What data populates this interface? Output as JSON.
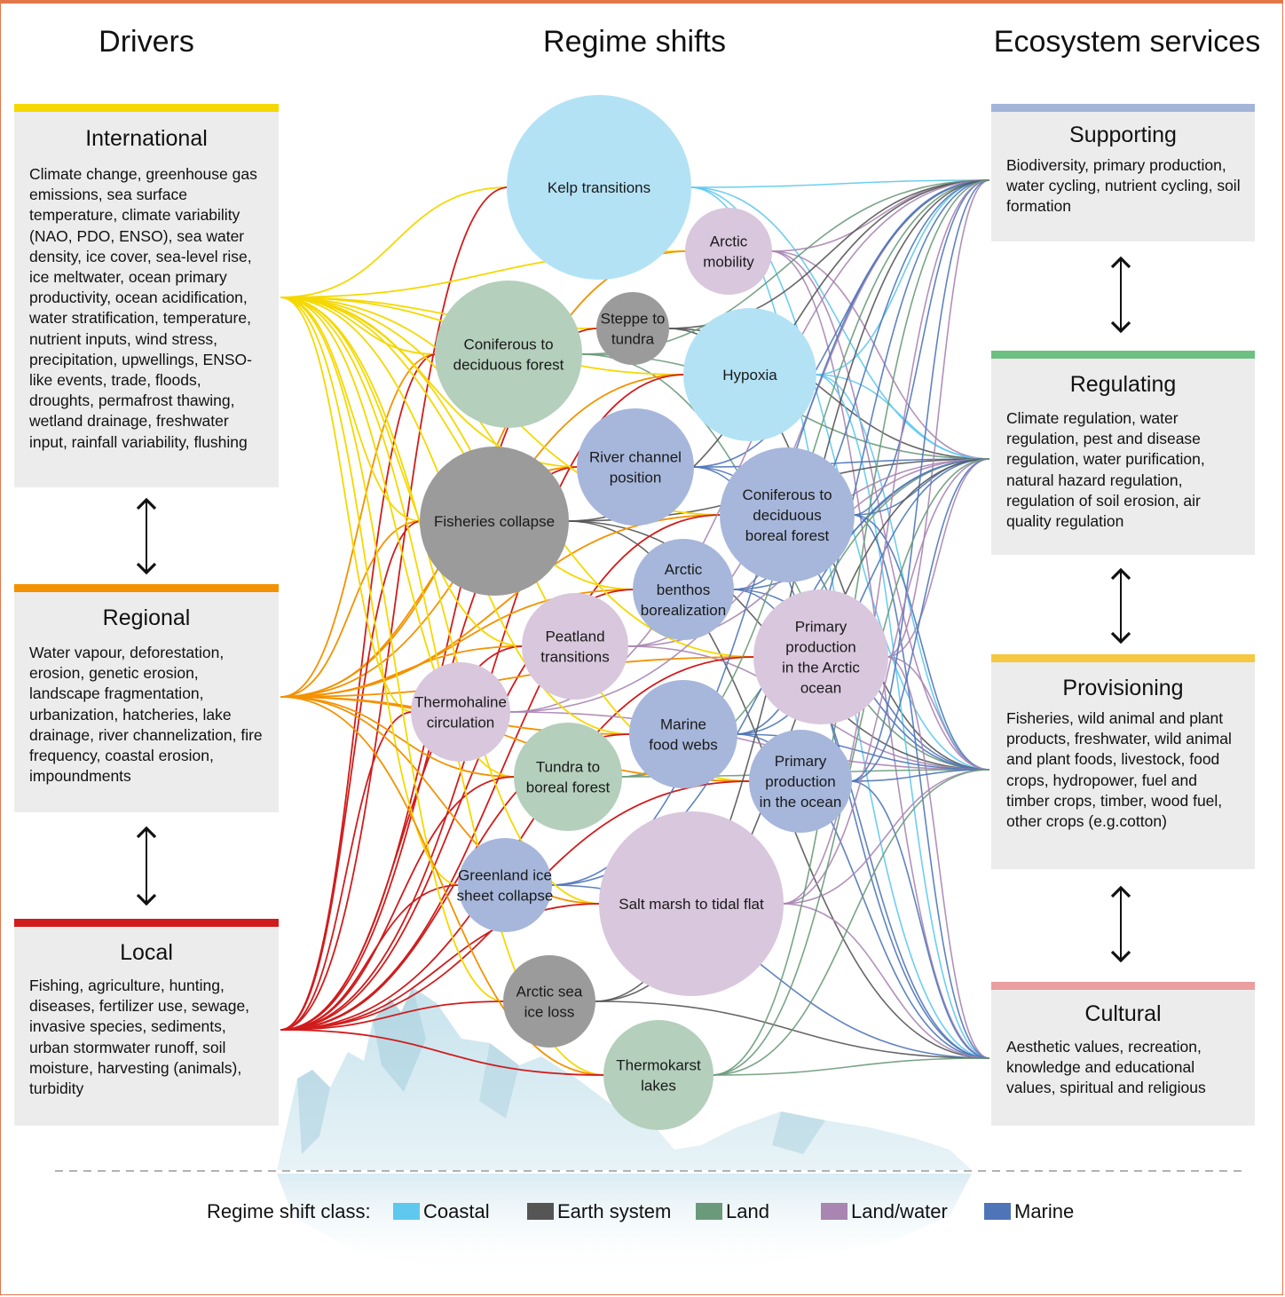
{
  "headers": {
    "drivers": "Drivers",
    "regime_shifts": "Regime shifts",
    "ecosystem_services": "Ecosystem services"
  },
  "drivers": [
    {
      "id": "international",
      "title": "International",
      "color": "#f5d800",
      "text": "Climate change, greenhouse gas emissions, sea surface temperature, climate variability (NAO, PDO, ENSO), sea water density, ice cover, sea-level rise, ice meltwater, ocean primary productivity, ocean acidification, water stratification, temperature, nutrient inputs, wind stress, precipitation, upwellings, ENSO-like events, trade, floods, droughts, permafrost thawing, wetland drainage, freshwater input, rainfall variability, flushing"
    },
    {
      "id": "regional",
      "title": "Regional",
      "color": "#f39200",
      "text": "Water vapour, deforestation, erosion, genetic erosion, landscape fragmentation, urbanization, hatcheries, lake drainage, river channelization, fire frequency, coastal erosion, impoundments"
    },
    {
      "id": "local",
      "title": "Local",
      "color": "#d01c1c",
      "text": "Fishing, agriculture, hunting, diseases, fertilizer use, sewage, invasive species, sediments, urban stormwater runoff, soil moisture, harvesting (animals), turbidity"
    }
  ],
  "services": [
    {
      "id": "supporting",
      "title": "Supporting",
      "color": "#a3b4d8",
      "text": "Biodiversity, primary production, water cycling, nutrient cycling, soil formation"
    },
    {
      "id": "regulating",
      "title": "Regulating",
      "color": "#6dbf82",
      "text": "Climate regulation, water regulation, pest and disease regulation, water purification, natural hazard regulation, regulation of soil erosion, air quality regulation"
    },
    {
      "id": "provisioning",
      "title": "Provisioning",
      "color": "#f5c842",
      "text": "Fisheries, wild animal and plant products, freshwater, wild animal and plant foods, livestock, food crops, hydropower, fuel and timber crops, timber, wood fuel, other crops (e.g.cotton)"
    },
    {
      "id": "cultural",
      "title": "Cultural",
      "color": "#ea9e9e",
      "text": "Aesthetic values, recreation, knowledge and educational values, spiritual and religious"
    }
  ],
  "classes": {
    "coastal": {
      "label": "Coastal",
      "node": "#b3e2f5",
      "line": "#5ec8ef"
    },
    "earth": {
      "label": "Earth system",
      "node": "#9b9b9b",
      "line": "#555555"
    },
    "land": {
      "label": "Land",
      "node": "#b4cfbb",
      "line": "#6a9a7a"
    },
    "landwater": {
      "label": "Land/water",
      "node": "#d9c7dd",
      "line": "#a985b1"
    },
    "marine": {
      "label": "Marine",
      "node": "#a7b7db",
      "line": "#4f75b8"
    }
  },
  "legend": {
    "title": "Regime shift class:",
    "items": [
      {
        "label": "Coastal",
        "color": "#5ec8ef"
      },
      {
        "label": "Earth system",
        "color": "#555555"
      },
      {
        "label": "Land",
        "color": "#6a9a7a"
      },
      {
        "label": "Land/water",
        "color": "#a985b1"
      },
      {
        "label": "Marine",
        "color": "#4f75b8"
      }
    ]
  },
  "regime_shifts": [
    {
      "id": "kelp",
      "lines": [
        "Kelp transitions"
      ],
      "class": "coastal",
      "drivers": [
        "international",
        "local"
      ],
      "services": [
        "supporting",
        "regulating",
        "provisioning",
        "cultural"
      ]
    },
    {
      "id": "arctic_mobility",
      "lines": [
        "Arctic",
        "mobility"
      ],
      "class": "landwater",
      "drivers": [
        "international",
        "regional"
      ],
      "services": [
        "supporting",
        "regulating",
        "provisioning",
        "cultural"
      ]
    },
    {
      "id": "steppe",
      "lines": [
        "Steppe to",
        "tundra"
      ],
      "class": "earth",
      "drivers": [
        "international",
        "local"
      ],
      "services": [
        "supporting",
        "regulating",
        "provisioning"
      ]
    },
    {
      "id": "coniferous",
      "lines": [
        "Coniferous to",
        "deciduous forest"
      ],
      "class": "land",
      "drivers": [
        "international",
        "regional",
        "local"
      ],
      "services": [
        "supporting",
        "regulating",
        "provisioning"
      ]
    },
    {
      "id": "hypoxia",
      "lines": [
        "Hypoxia"
      ],
      "class": "coastal",
      "drivers": [
        "international",
        "regional",
        "local"
      ],
      "services": [
        "supporting",
        "regulating",
        "provisioning",
        "cultural"
      ]
    },
    {
      "id": "river",
      "lines": [
        "River channel",
        "position"
      ],
      "class": "marine",
      "drivers": [
        "international",
        "regional",
        "local"
      ],
      "services": [
        "supporting",
        "regulating",
        "provisioning",
        "cultural"
      ]
    },
    {
      "id": "fisheries",
      "lines": [
        "Fisheries collapse"
      ],
      "class": "earth",
      "drivers": [
        "international",
        "regional",
        "local"
      ],
      "services": [
        "supporting",
        "regulating",
        "provisioning",
        "cultural"
      ]
    },
    {
      "id": "boreal",
      "lines": [
        "Coniferous to",
        "deciduous",
        "boreal forest"
      ],
      "class": "marine",
      "drivers": [
        "international",
        "regional",
        "local"
      ],
      "services": [
        "supporting",
        "regulating",
        "provisioning",
        "cultural"
      ]
    },
    {
      "id": "benthos",
      "lines": [
        "Arctic",
        "benthos",
        "borealization"
      ],
      "class": "marine",
      "drivers": [
        "international",
        "regional",
        "local"
      ],
      "services": [
        "supporting",
        "regulating",
        "provisioning",
        "cultural"
      ]
    },
    {
      "id": "peatland",
      "lines": [
        "Peatland",
        "transitions"
      ],
      "class": "landwater",
      "drivers": [
        "international",
        "regional",
        "local"
      ],
      "services": [
        "supporting",
        "regulating",
        "provisioning"
      ]
    },
    {
      "id": "pp_arctic",
      "lines": [
        "Primary",
        "production",
        "in the Arctic",
        "ocean"
      ],
      "class": "landwater",
      "drivers": [
        "international",
        "regional",
        "local"
      ],
      "services": [
        "supporting",
        "regulating",
        "provisioning",
        "cultural"
      ]
    },
    {
      "id": "thermohaline",
      "lines": [
        "Thermohaline",
        "circulation"
      ],
      "class": "landwater",
      "drivers": [
        "international",
        "local"
      ],
      "services": [
        "supporting",
        "regulating",
        "provisioning"
      ]
    },
    {
      "id": "foodwebs",
      "lines": [
        "Marine",
        "food webs"
      ],
      "class": "marine",
      "drivers": [
        "international",
        "regional",
        "local"
      ],
      "services": [
        "supporting",
        "regulating",
        "provisioning",
        "cultural"
      ]
    },
    {
      "id": "tundra",
      "lines": [
        "Tundra to",
        "boreal forest"
      ],
      "class": "land",
      "drivers": [
        "international",
        "regional",
        "local"
      ],
      "services": [
        "supporting",
        "regulating",
        "provisioning"
      ]
    },
    {
      "id": "pp_ocean",
      "lines": [
        "Primary",
        "production",
        "in the ocean"
      ],
      "class": "marine",
      "drivers": [
        "international",
        "regional",
        "local"
      ],
      "services": [
        "supporting",
        "regulating",
        "provisioning",
        "cultural"
      ]
    },
    {
      "id": "greenland",
      "lines": [
        "Greenland ice",
        "sheet collapse"
      ],
      "class": "marine",
      "drivers": [
        "international",
        "local"
      ],
      "services": [
        "supporting",
        "regulating",
        "cultural"
      ]
    },
    {
      "id": "saltmarsh",
      "lines": [
        "Salt marsh to tidal flat"
      ],
      "class": "landwater",
      "drivers": [
        "international",
        "regional",
        "local"
      ],
      "services": [
        "supporting",
        "regulating",
        "provisioning",
        "cultural"
      ]
    },
    {
      "id": "seaice",
      "lines": [
        "Arctic sea",
        "ice loss"
      ],
      "class": "earth",
      "drivers": [
        "international",
        "local"
      ],
      "services": [
        "supporting",
        "regulating",
        "cultural"
      ]
    },
    {
      "id": "thermokarst",
      "lines": [
        "Thermokarst",
        "lakes"
      ],
      "class": "land",
      "drivers": [
        "international",
        "regional",
        "local"
      ],
      "services": [
        "supporting",
        "regulating",
        "provisioning",
        "cultural"
      ]
    }
  ]
}
